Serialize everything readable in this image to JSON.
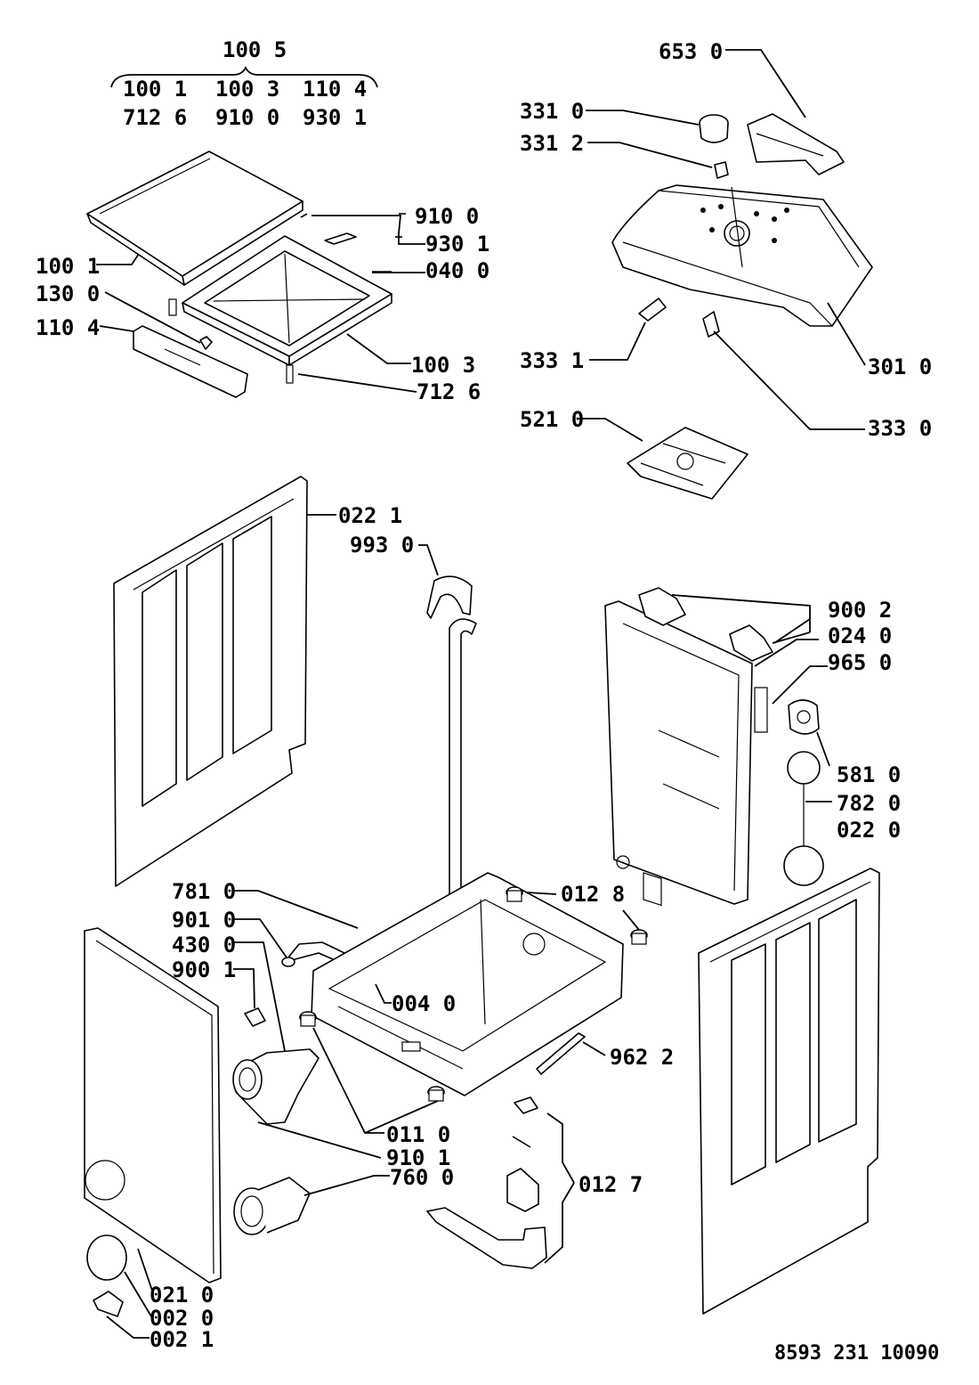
{
  "drawing_number": "8593 231 10090",
  "group_header": {
    "title": "100 5",
    "rows": [
      [
        "100 1",
        "100 3",
        "110 4"
      ],
      [
        "712 6",
        "910 0",
        "930 1"
      ]
    ]
  },
  "callouts": [
    "100 1",
    "130 0",
    "110 4",
    "910 0",
    "930 1",
    "040 0",
    "100 3",
    "712 6",
    "653 0",
    "331 0",
    "331 2",
    "301 0",
    "333 1",
    "333 0",
    "521 0",
    "022 1",
    "993 0",
    "900 2",
    "024 0",
    "965 0",
    "581 0",
    "782 0",
    "022 0",
    "781 0",
    "012 8",
    "901 0",
    "430 0",
    "900 1",
    "004 0",
    "962 2",
    "011 0",
    "910 1",
    "760 0",
    "012 7",
    "021 0",
    "002 0",
    "002 1"
  ]
}
